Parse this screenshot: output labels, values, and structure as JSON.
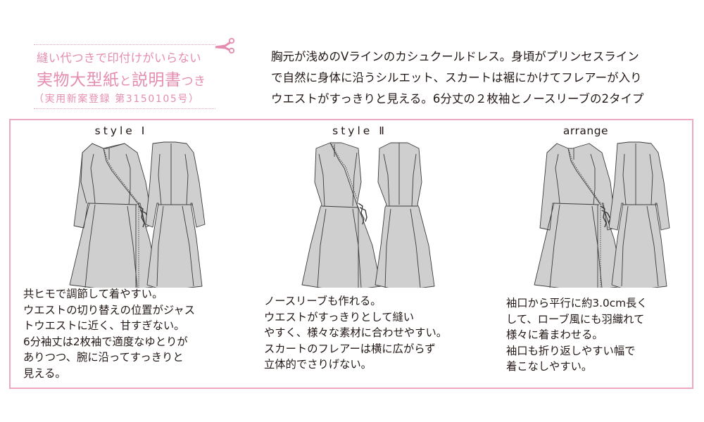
{
  "promo": {
    "line1": "縫い代つきで印付けがいらない",
    "line2_main": "実物大型紙",
    "line2_connector": "と",
    "line2_second": "説明書",
    "line2_tail": "つき",
    "line3": "（実用新案登録  第3150105号）",
    "icon": "scissors-icon",
    "color": "#e58db0"
  },
  "intro": {
    "lines": [
      "胸元が浅めのVラインのカシュクールドレス。身頃がプリンセスライン",
      "で自然に身体に沿うシルエット、スカートは裾にかけてフレアーが入り",
      "ウエストがすっきりと見える。6分丈の２枚袖とノースリーブの2タイプ"
    ]
  },
  "frame": {
    "border_color": "#efa8c4"
  },
  "styles": [
    {
      "title": "style Ⅰ",
      "illustration": "long-sleeve-wrap-dress-front-back",
      "desc": [
        "共ヒモで調節して着やすい。",
        "ウエストの切り替えの位置がジャス",
        "トウエストに近く、甘すぎない。",
        "6分袖丈は2枚袖で適度なゆとりが",
        "ありつつ、腕に沿ってすっきりと",
        "見える。"
      ]
    },
    {
      "title": "style Ⅱ",
      "illustration": "sleeveless-wrap-dress-front-back",
      "desc": [
        "ノースリーブも作れる。",
        "ウエストがすっきりとして縫い",
        "やすく、様々な素材に合わせやすい。",
        "スカートのフレアーは横に広がらず",
        "立体的でさりげない。"
      ]
    },
    {
      "title": "arrange",
      "illustration": "long-sleeve-robe-dress-front-back",
      "desc": [
        "袖口から平行に約3.0cm長く",
        "して、ローブ風にも羽織れて",
        "様々に着まわせる。",
        "袖口も折り返しやすい幅で",
        "着こなしやすい。"
      ]
    }
  ],
  "colors": {
    "dress_fill": "#cfcfcf",
    "dress_stroke": "#3c3c3c",
    "text": "#231815",
    "pink": "#e58db0"
  }
}
